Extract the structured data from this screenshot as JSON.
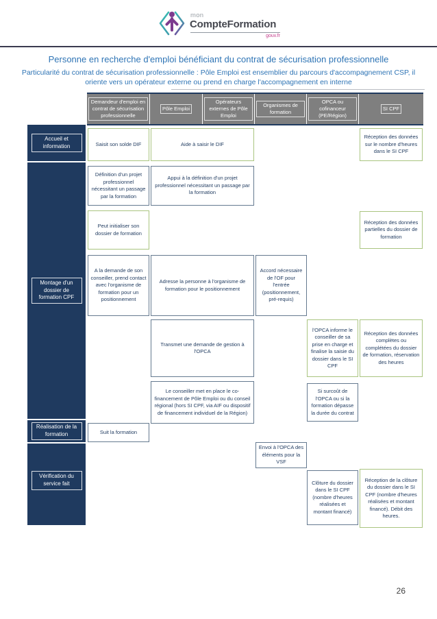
{
  "logo": {
    "mon": "mon",
    "brand": "CompteFormation",
    "gouv": "gouv.fr"
  },
  "page": {
    "title": "Personne en recherche d'emploi bénéficiant du contrat de sécurisation professionnelle",
    "subtitle": "Particularité du contrat de sécurisation professionnelle : Pôle Emploi est ensemblier du parcours d'accompagnement CSP, il oriente vers un opérateur externe ou prend en charge l'accompagnement en interne",
    "page_number": "26"
  },
  "table": {
    "headers": [
      "Demandeur d'emploi en contrat de sécurisation professionnelle",
      "Pôle Emploi",
      "Opérateurs externes de Pôle Emploi",
      "Organismes de formation",
      "OPCA ou cofinanceur (PE/Région)",
      "SI CPF"
    ],
    "row_groups": [
      {
        "label": "Accueil et information"
      },
      {
        "label": "Montage d'un dossier de formation CPF"
      },
      {
        "label": "Réalisation de la formation"
      },
      {
        "label": "Vérification du service fait"
      }
    ],
    "cells": [
      {
        "text": "Saisit son solde DIF"
      },
      {
        "text": "Aide à saisir le DIF"
      },
      {
        "text": "Réception des données sur le nombre d'heures dans le SI CPF"
      },
      {
        "text": "Définition d'un projet professionnel nécessitant un passage par la formation"
      },
      {
        "text": "Appui à la définition d'un projet professionnel nécessitant un passage par la formation"
      },
      {
        "text": "Peut initialiser son dossier de formation"
      },
      {
        "text": "Réception des données partielles du dossier de formation"
      },
      {
        "text": "A la demande de son conseiller, prend contact avec l'organisme de formation pour un positionnement"
      },
      {
        "text": "Adresse la personne à l'organisme de formation pour le positionnement"
      },
      {
        "text": "Accord nécessaire de l'OF pour l'entrée (positionnement, pré-requis)"
      },
      {
        "text": "Transmet une demande de gestion à l'OPCA"
      },
      {
        "text": "l'OPCA informe le conseiller de sa prise en charge et finalise la saisie du dossier dans le SI CPF"
      },
      {
        "text": "Réception des données complètes ou complétées du dossier de formation, réservation des heures"
      },
      {
        "text": "Le conseiller met en place le co-financement de Pôle Emploi ou du conseil régional (hors SI CPF, via AIF ou dispositif de financement individuel de la Région)"
      },
      {
        "text": "Si surcoût de l'OPCA ou si la formation dépasse la durée du contrat"
      },
      {
        "text": "Suit la formation"
      },
      {
        "text": "Envoi à l'OPCA des éléments pour la VSF"
      },
      {
        "text": "Clôture du dossier dans le SI CPF (nombre d'heures réalisées et montant financé)"
      },
      {
        "text": "Réception de la clôture du dossier dans le SI CPF (nombre d'heures réalisées et montant financé). Débit des heures."
      }
    ]
  },
  "colors": {
    "navy": "#1f3a5f",
    "title_blue": "#2e74b5",
    "header_gray": "#7f7f7f",
    "standard_border": "#64798f",
    "green_border": "#a9c47f",
    "brand_teal": "#38b8b2",
    "brand_purple": "#7d3c8f",
    "brand_magenta": "#c23b8a"
  }
}
